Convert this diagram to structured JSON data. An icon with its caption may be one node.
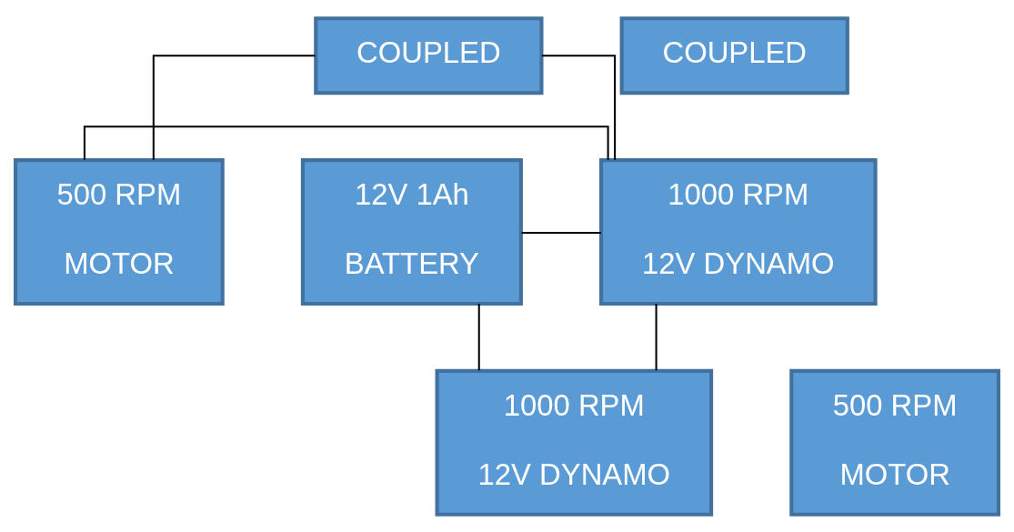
{
  "diagram": {
    "nodes": [
      {
        "text": [
          "COUPLED"
        ]
      },
      {
        "text": [
          "500 RPM",
          "MOTOR"
        ]
      },
      {
        "text": [
          "1000 RPM",
          "12V DYNAMO"
        ]
      },
      {
        "text": [
          "12V 1Ah",
          "BATTERY"
        ]
      },
      {
        "text": [
          "COUPLED"
        ]
      },
      {
        "text": [
          "500 RPM",
          "MOTOR"
        ]
      },
      {
        "text": [
          "1000 RPM",
          "12V DYNAMO"
        ]
      }
    ],
    "edges": [
      {
        "from": 1,
        "to": 2,
        "arrow": "none"
      },
      {
        "from": 0,
        "to": 1,
        "arrow": "none"
      },
      {
        "from": 0,
        "to": 2,
        "arrow": "none"
      },
      {
        "from": 2,
        "to": 6,
        "arrow": "none"
      },
      {
        "from": 3,
        "to": 2,
        "arrow": "none"
      },
      {
        "from": 3,
        "to": 6,
        "arrow": "none"
      }
    ]
  }
}
